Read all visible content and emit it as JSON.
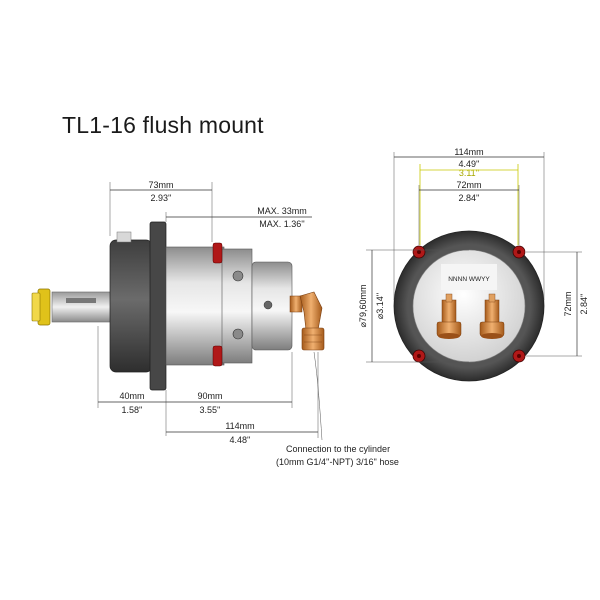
{
  "title": "TL1-16 flush mount",
  "side_view": {
    "overall_width": {
      "mm": "73mm",
      "in": "2.93''"
    },
    "max_depth": {
      "mm": "MAX. 33mm",
      "in": "MAX. 1.36''"
    },
    "shaft_length": {
      "mm": "40mm",
      "in": "1.58''"
    },
    "body_length": {
      "mm": "90mm",
      "in": "3.55''"
    },
    "total_length": {
      "mm": "114mm",
      "in": "4.48''"
    },
    "connection_note": {
      "line1": "Connection to the cylinder",
      "line2": "(10mm G1/4''-NPT) 3/16'' hose"
    }
  },
  "front_view": {
    "outer_diameter": {
      "mm": "114mm",
      "in1": "4.49''",
      "in2": "3.11''"
    },
    "hole_spacing_h": {
      "mm": "72mm",
      "in": "2.84''"
    },
    "hole_spacing_v": {
      "mm": "72mm",
      "in": "2.84''"
    },
    "inner_diameter": {
      "mm": "79,60mm",
      "in": "3.14''"
    },
    "label_plate": "NNNN WWYY"
  },
  "colors": {
    "housing_dark": "#5a5a5a",
    "body_silver": "#c8c8c8",
    "brass": "#c8782a",
    "bolt_red": "#b01818",
    "shaft_nut": "#e0c21a"
  }
}
